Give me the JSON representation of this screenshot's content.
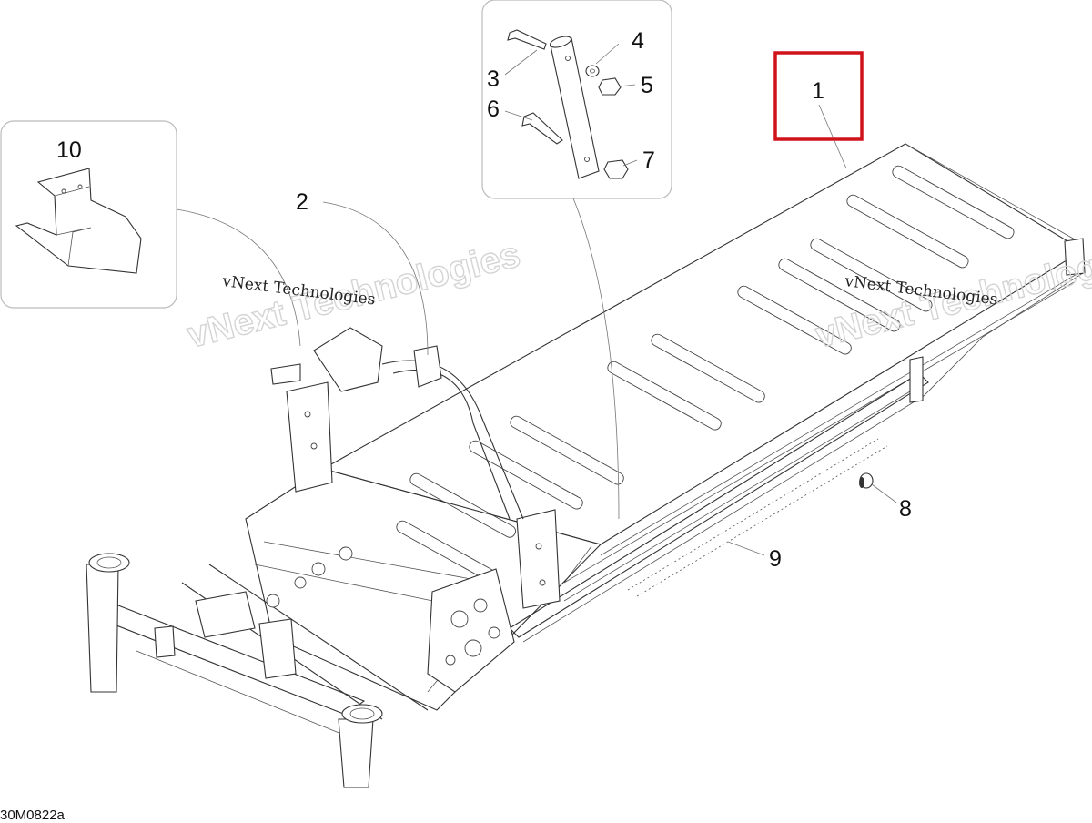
{
  "figure_code": "30M0822a",
  "watermark": {
    "large": "vNext Technologies",
    "small": "vNext Technologies"
  },
  "callouts": [
    "1",
    "2",
    "3",
    "4",
    "5",
    "6",
    "7",
    "8",
    "9",
    "10"
  ],
  "highlight_color": "#d0121b",
  "highlighted_callout": "1"
}
